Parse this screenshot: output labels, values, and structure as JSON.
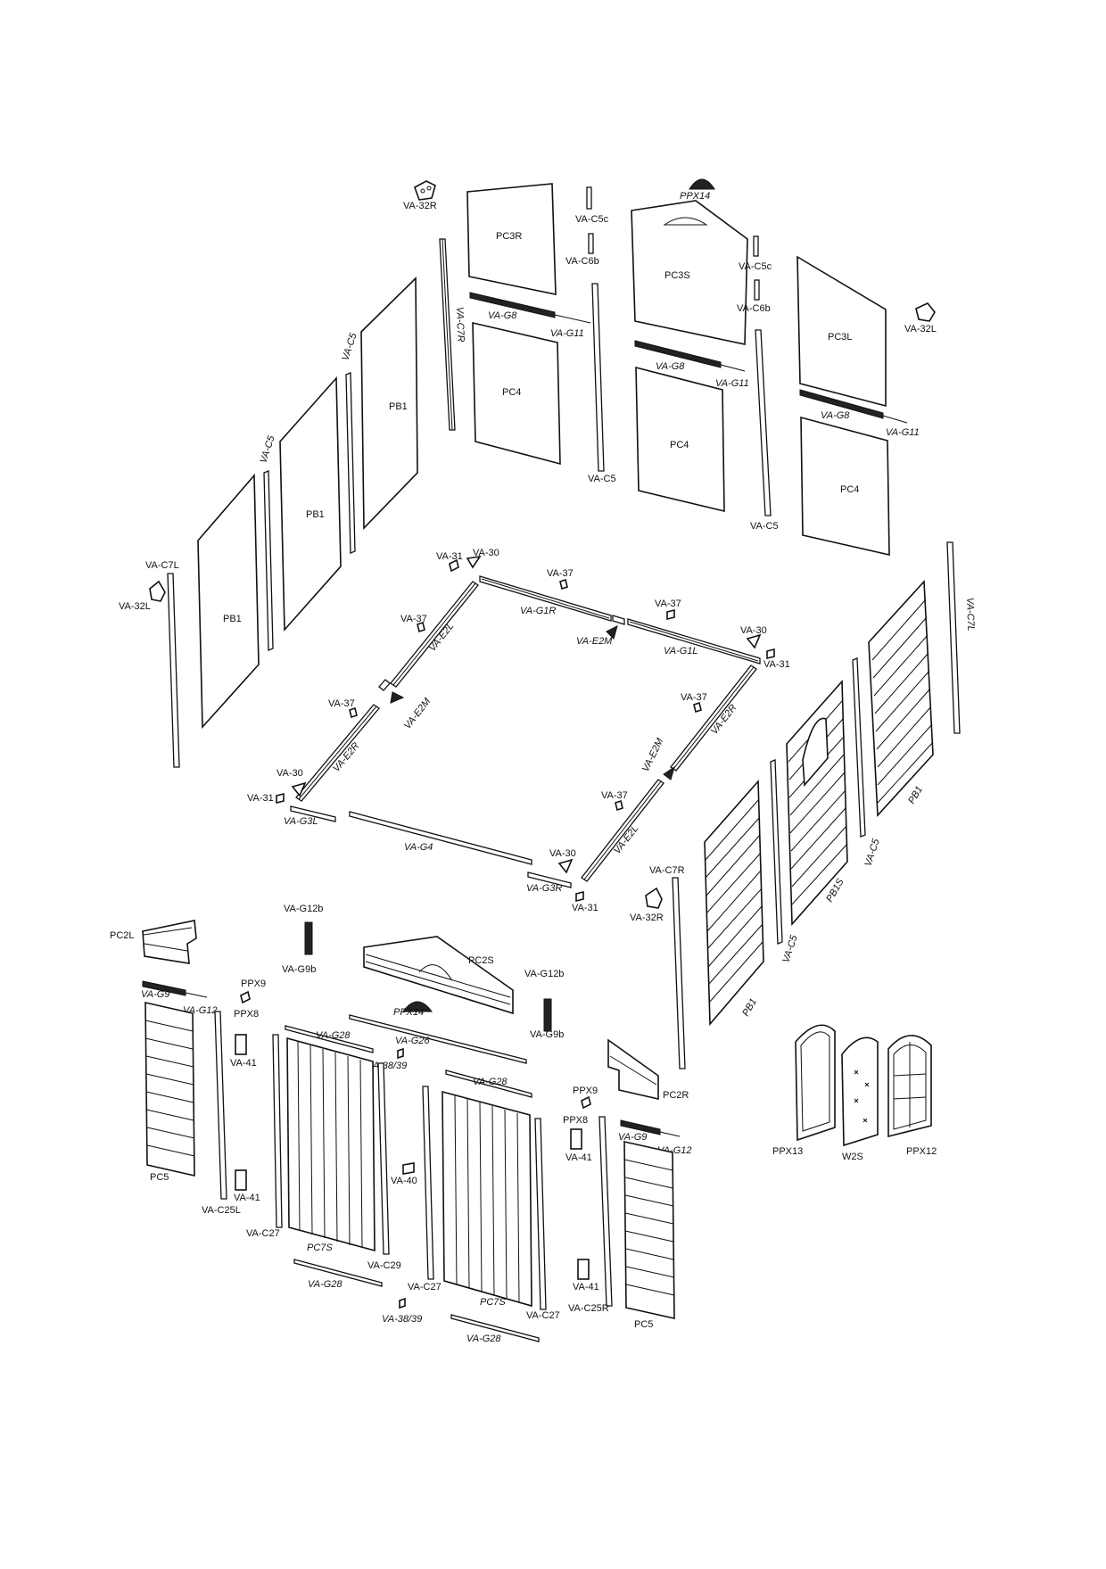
{
  "labels": {
    "va32r_top": "VA-32R",
    "pc3r": "PC3R",
    "va_c5c_1": "VA-C5c",
    "va_c6b_1": "VA-C6b",
    "ppx14_top": "PPX14",
    "pc3s": "PC3S",
    "va_c5c_2": "VA-C5c",
    "va_c6b_2": "VA-C6b",
    "pc3l": "PC3L",
    "va32l_right": "VA-32L",
    "va_c7r_top": "VA-C7R",
    "va_g8_1": "VA-G8",
    "va_g11_1": "VA-G11",
    "va_g8_2": "VA-G8",
    "va_g11_2": "VA-G11",
    "va_g8_3": "VA-G8",
    "va_g11_3": "VA-G11",
    "pc4_1": "PC4",
    "pc4_2": "PC4",
    "pc4_3": "PC4",
    "va_c5_a": "VA-C5",
    "va_c5_b": "VA-C5",
    "va_c5_c": "VA-C5",
    "va_c5_d": "VA-C5",
    "pb1_1": "PB1",
    "pb1_2": "PB1",
    "pb1_3": "PB1",
    "va_c7l_left": "VA-C7L",
    "va32l_left": "VA-32L",
    "va31_1": "VA-31",
    "va30_1": "VA-30",
    "va37_1": "VA-37",
    "va_g1r": "VA-G1R",
    "va37_2": "VA-37",
    "va_e2m_1": "VA-E2M",
    "va_g1l": "VA-G1L",
    "va30_2": "VA-30",
    "va31_2": "VA-31",
    "va37_3": "VA-37",
    "va_e2l_1": "VA-E2L",
    "va_e2m_2": "VA-E2M",
    "va37_4": "VA-37",
    "va37_5": "VA-37",
    "va_e2r_1": "VA-E2R",
    "va_e2r_2": "VA-E2R",
    "va_e2m_3": "VA-E2M",
    "va30_3": "VA-30",
    "va31_3": "VA-31",
    "va_g3l": "VA-G3L",
    "va37_6": "VA-37",
    "va_g4": "VA-G4",
    "va30_4": "VA-30",
    "va_e2l_2": "VA-E2L",
    "va_g3r": "VA-G3R",
    "va31_4": "VA-31",
    "va_c7l_right": "VA-C7L",
    "pb1_r1": "PB1",
    "va_c5_e": "VA-C5",
    "pb1s": "PB1S",
    "va_c5_f": "VA-C5",
    "pb1_r2": "PB1",
    "va_c7r_mid": "VA-C7R",
    "va32r_mid": "VA-32R",
    "pc2l": "PC2L",
    "va_g12b_1": "VA-G12b",
    "va_g9b_1": "VA-G9b",
    "pc2s": "PC2S",
    "va_g12b_2": "VA-G12b",
    "va_g9b_2": "VA-G9b",
    "va_g9_1": "VA-G9",
    "va_g12_1": "VA-G12",
    "ppx9_1": "PPX9",
    "ppx8_1": "PPX8",
    "ppx14_mid": "PPX14",
    "va_g26": "VA-G26",
    "va41_1": "VA-41",
    "va_g28_1": "VA-G28",
    "va38_39_1": "VA-38/39",
    "va_g28_2": "VA-G28",
    "pc2r": "PC2R",
    "ppx9_2": "PPX9",
    "ppx8_2": "PPX8",
    "va_g9_2": "VA-G9",
    "va_g12_2": "VA-G12",
    "va41_2": "VA-41",
    "pc5_1": "PC5",
    "va41_3": "VA-41",
    "va_c25l": "VA-C25L",
    "va40": "VA-40",
    "va_c27_1": "VA-C27",
    "pc7s_1": "PC7S",
    "va_c29": "VA-C29",
    "va_c27_2": "VA-C27",
    "va41_4": "VA-41",
    "va_c25r": "VA-C25R",
    "va_g28_3": "VA-G28",
    "va38_39_2": "VA-38/39",
    "pc7s_2": "PC7S",
    "va_c27_3": "VA-C27",
    "pc5_2": "PC5",
    "va_g28_4": "VA-G28",
    "ppx13": "PPX13",
    "w2s": "W2S",
    "ppx12": "PPX12"
  }
}
